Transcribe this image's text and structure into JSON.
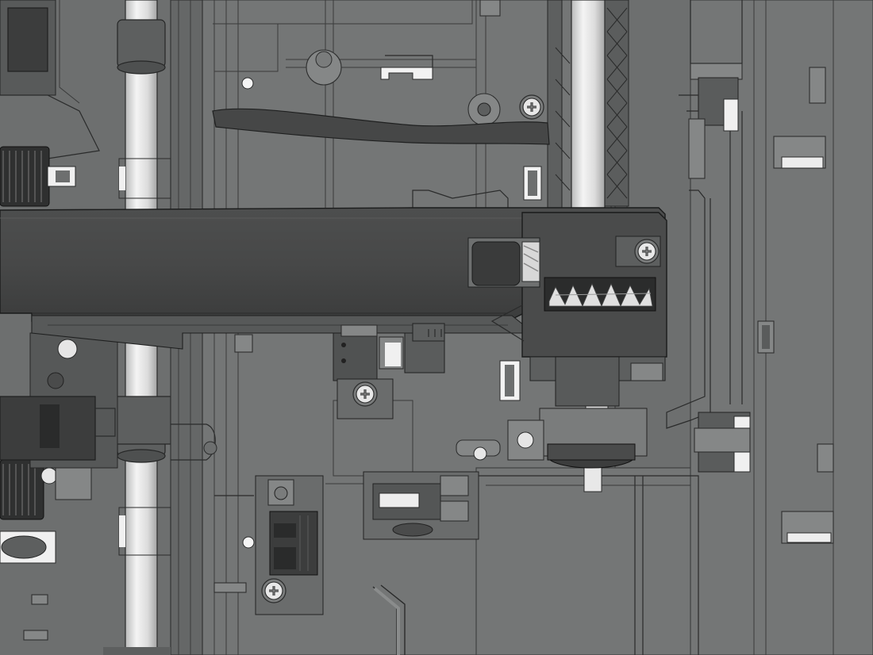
{
  "colors": {
    "background": "#6d6f6f",
    "frame": "#747676",
    "arm": "#444545",
    "arm_shadow": "#3a3b3b",
    "shaft": "#e6e6e6",
    "outline": "#2a2b2b",
    "highlight": "#f2f2f2"
  },
  "components": [
    "roller-shaft-left",
    "roller-shaft-right",
    "main-arm",
    "gear-housing",
    "gear-window",
    "mount-bracket-center",
    "mount-bracket-lower",
    "screw",
    "bushing",
    "drive-gear-left",
    "cam-lever",
    "rail-right"
  ]
}
